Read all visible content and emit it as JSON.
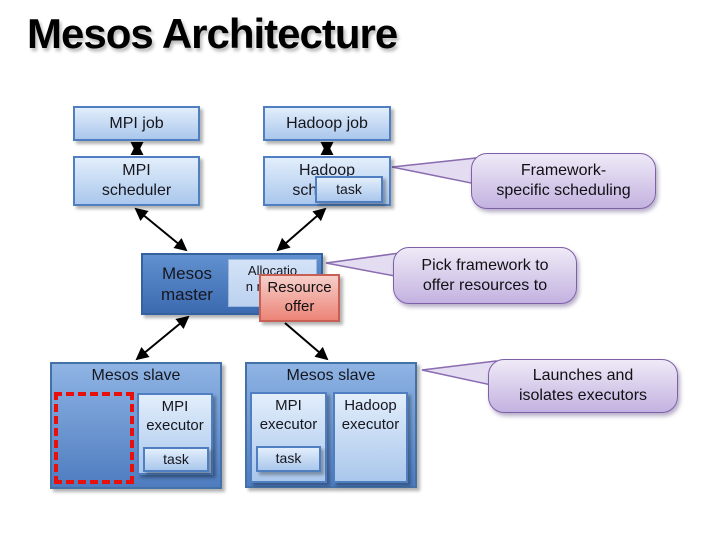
{
  "title": "Mesos Architecture",
  "colors": {
    "box_border": "#4f7fc1",
    "box_fill_top": "#e2eefb",
    "box_fill_bottom": "#aac7ec",
    "slave_fill_top": "#8fb4e4",
    "slave_fill_bottom": "#4e7cc0",
    "master_fill_top": "#6191cf",
    "master_fill_bottom": "#3c6ab0",
    "offer_fill_top": "#f6cfca",
    "offer_fill_bottom": "#ec8477",
    "offer_border": "#c75f55",
    "callout_fill_top": "#efeaf7",
    "callout_fill_bottom": "#c3b2e0",
    "callout_border": "#7e60a8",
    "dashed_red": "#e8100c",
    "arrow": "#000000"
  },
  "nodes": {
    "mpi_job": "MPI job",
    "hadoop_job": "Hadoop job",
    "mpi_scheduler": "MPI\nscheduler",
    "hadoop_scheduler": "Hadoop\nscheduler",
    "scheduler_task": "task",
    "mesos_master": "Mesos\nmaster",
    "allocation_module": "Allocatio\nn module",
    "resource_offer": "Resource\noffer",
    "slave_left_title": "Mesos slave",
    "slave_right_title": "Mesos slave",
    "mpi_executor_left": "MPI\nexecutor",
    "task_left": "task",
    "mpi_executor_right": "MPI\nexecutor",
    "task_right": "task",
    "hadoop_executor_right": "Hadoop\nexecutor"
  },
  "callouts": {
    "framework_scheduling": "Framework-\nspecific scheduling",
    "pick_framework": "Pick framework to\noffer resources to",
    "launches": "Launches and\nisolates executors"
  }
}
